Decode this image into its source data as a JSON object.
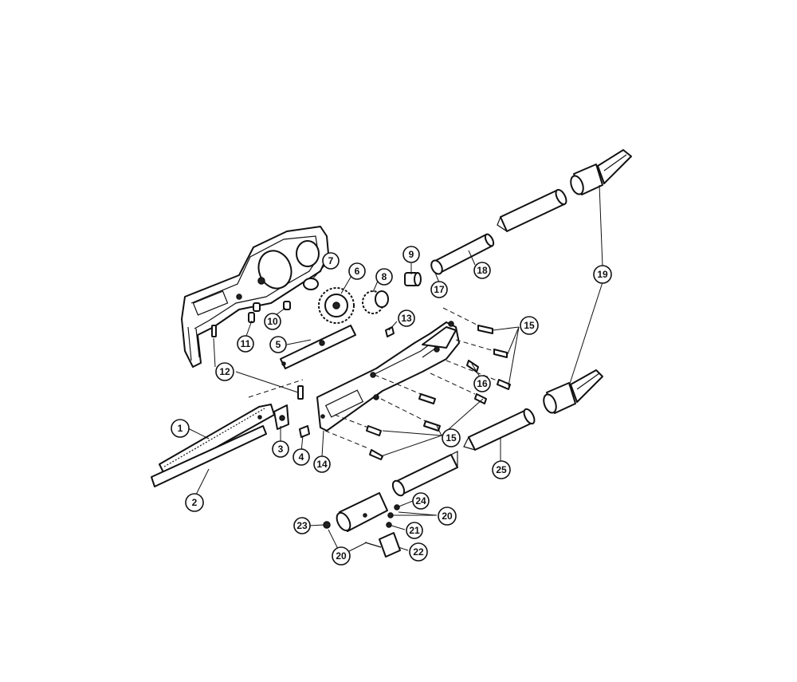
{
  "callouts": {
    "c1": "1",
    "c2": "2",
    "c3": "3",
    "c4": "4",
    "c5": "5",
    "c6": "6",
    "c7": "7",
    "c8": "8",
    "c9": "9",
    "c10": "10",
    "c11": "11",
    "c12": "12",
    "c13": "13",
    "c14": "14",
    "c15a": "15",
    "c15b": "15",
    "c16": "16",
    "c17": "17",
    "c18": "18",
    "c19": "19",
    "c20a": "20",
    "c20b": "20",
    "c21": "21",
    "c22": "22",
    "c23": "23",
    "c24": "24",
    "c25": "25"
  }
}
